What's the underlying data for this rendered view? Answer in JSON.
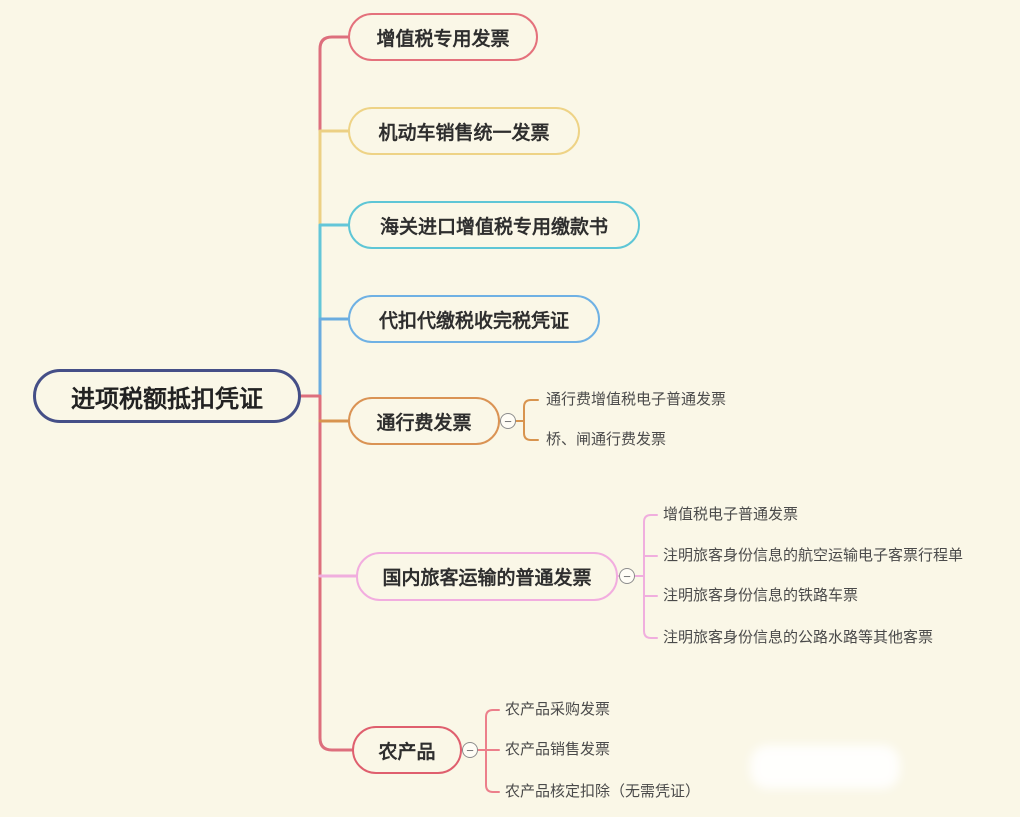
{
  "root": {
    "label": "进项税额抵扣凭证",
    "color": "#454f87"
  },
  "branches": [
    {
      "label": "增值税专用发票",
      "color": "#e4717c",
      "children": []
    },
    {
      "label": "机动车销售统一发票",
      "color": "#eed386",
      "children": []
    },
    {
      "label": "海关进口增值税专用缴款书",
      "color": "#5ec6d6",
      "children": []
    },
    {
      "label": "代扣代缴税收完税凭证",
      "color": "#6fb1e4",
      "children": []
    },
    {
      "label": "通行费发票",
      "color": "#da9354",
      "children": [
        "通行费增值税电子普通发票",
        "桥、闸通行费发票"
      ]
    },
    {
      "label": "国内旅客运输的普通发票",
      "color": "#f2addf",
      "children": [
        "增值税电子普通发票",
        "注明旅客身份信息的航空运输电子客票行程单",
        "注明旅客身份信息的铁路车票",
        "注明旅客身份信息的公路水路等其他客票"
      ]
    },
    {
      "label": "农产品",
      "color": "#df5f6e",
      "children": [
        "农产品采购发票",
        "农产品销售发票",
        "农产品核定扣除（无需凭证）"
      ]
    }
  ],
  "collapse_glyph": "−",
  "line_colors": {
    "trunk_top_red": "#dd6f7d",
    "yellow": "#ecd084",
    "cyan": "#63c6d8",
    "blue": "#6aacdf",
    "trunk_main_red": "#dd6f7d",
    "orange": "#d8944f",
    "pink": "#f0aede",
    "bracket_red": "#ec7f8b"
  }
}
